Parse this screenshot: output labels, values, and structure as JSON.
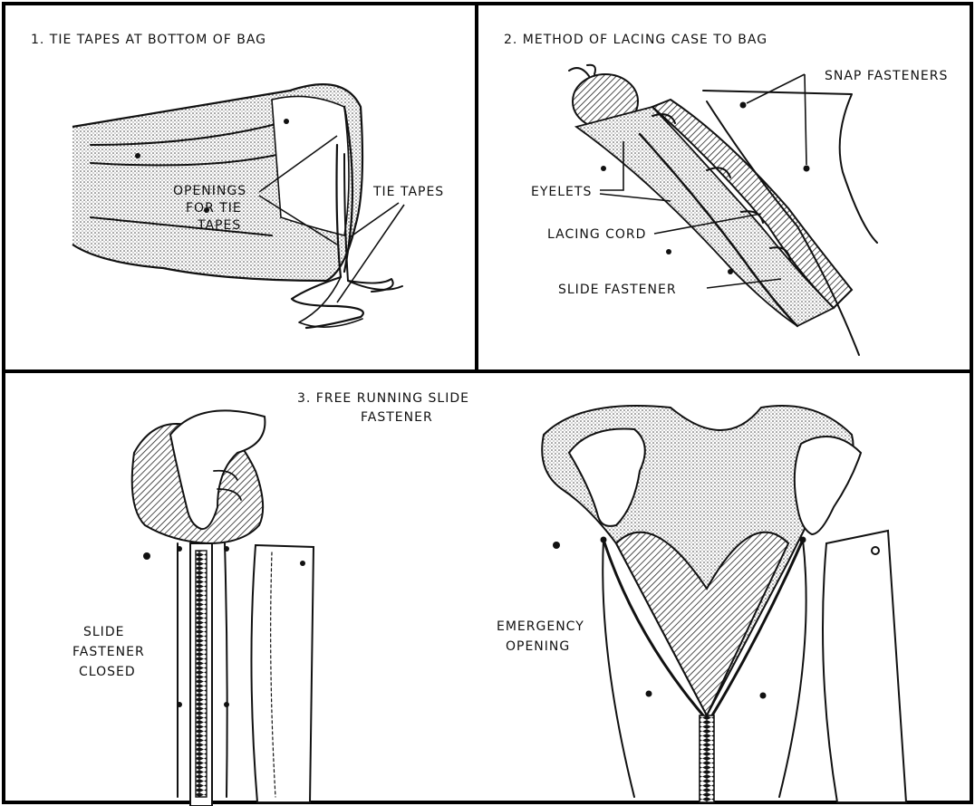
{
  "panel1": {
    "title": "1. TIE TAPES AT BOTTOM OF BAG",
    "label_openings": [
      "OPENINGS",
      "FOR TIE",
      "TAPES"
    ],
    "label_tie_tapes": "TIE TAPES"
  },
  "panel2": {
    "title": "2. METHOD OF LACING CASE TO BAG",
    "label_snap": "SNAP FASTENERS",
    "label_eyelets": "EYELETS",
    "label_lacing": "LACING CORD",
    "label_slide": "SLIDE FASTENER"
  },
  "panel3": {
    "title": [
      "3. FREE RUNNING SLIDE",
      "FASTENER"
    ],
    "label_closed": [
      "SLIDE",
      "FASTENER",
      "CLOSED"
    ],
    "label_emergency": [
      "EMERGENCY",
      "OPENING"
    ]
  },
  "colors": {
    "ink": "#111111",
    "background": "#ffffff",
    "shade": "#bdbdbd"
  }
}
